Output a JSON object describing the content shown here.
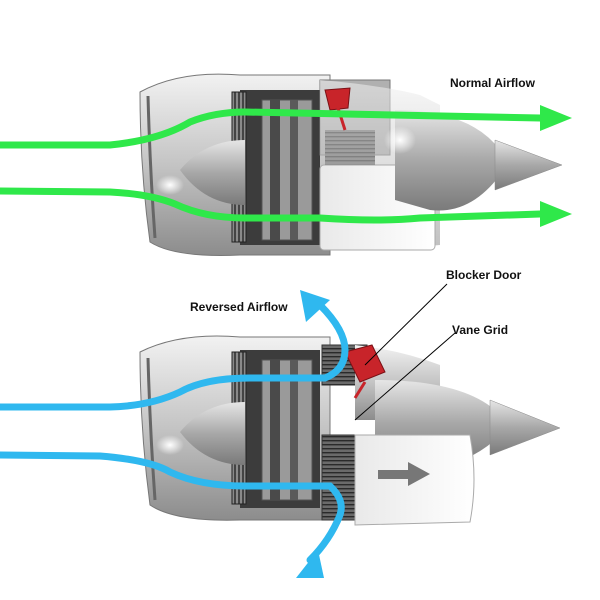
{
  "labels": {
    "normal_airflow": "Normal Airflow",
    "reversed_airflow": "Reversed Airflow",
    "blocker_door": "Blocker Door",
    "vane_grid": "Vane Grid"
  },
  "colors": {
    "normal_flow": "#2fe84a",
    "reversed_flow": "#2fb8ef",
    "blocker_door": "#c8242a",
    "nacelle": "#c9c9c9",
    "background": "#ffffff"
  },
  "states": [
    {
      "mode": "normal",
      "thrust_reverser": "stowed"
    },
    {
      "mode": "reversed",
      "thrust_reverser": "deployed"
    }
  ]
}
